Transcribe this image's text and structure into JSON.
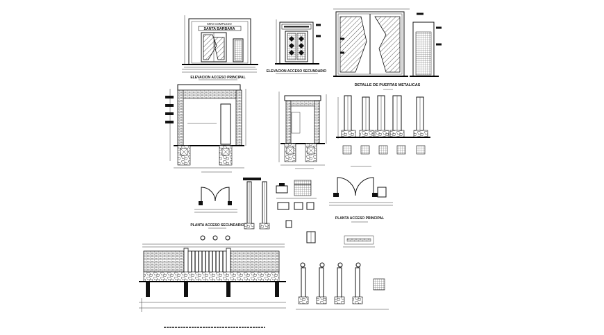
{
  "sign": {
    "line1": "MINI COMPLEJO",
    "line2": "SANTA BARBARA"
  },
  "labels": {
    "elev_principal": "ELEVACION ACCESO PRINCIPAL",
    "elev_secundario": "ELEVACION ACCESO SECUNDARIO",
    "detalle_puertas": "DETALLE DE PUERTAS METALICAS",
    "planta_secundario": "PLANTA ACCESO SECUNDARIO",
    "planta_principal": "PLANTA ACCESO PRINCIPAL"
  }
}
